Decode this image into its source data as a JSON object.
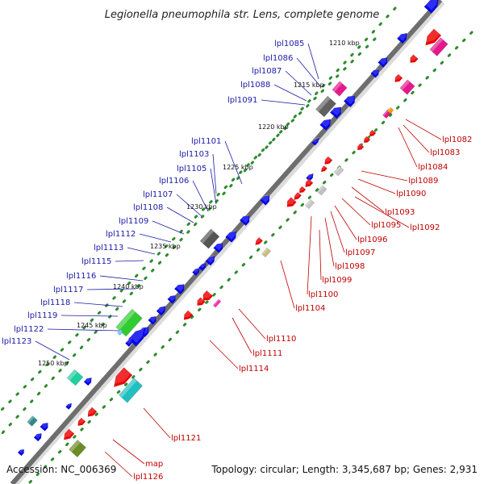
{
  "title": "Legionella pneumophila str. Lens, complete genome",
  "accession": "Accession: NC_006369",
  "topology": "Topology: circular; Length: 3,345,687 bp; Genes: 2,931",
  "kbp_labels": [
    "1210 kbp",
    "1215 kbp",
    "1220 kbp",
    "1225 kbp",
    "1230 kbp",
    "1235 kbp",
    "1240 kbp",
    "1245 kbp",
    "1250 kbp"
  ],
  "plus_labels": [
    "lpl1085",
    "lpl1086",
    "lpl1087",
    "lpl1088",
    "lpl1091",
    "lpl1101",
    "lpl1103",
    "lpl1105",
    "lpl1106",
    "lpl1107",
    "lpl1108",
    "lpl1109",
    "lpl1112",
    "lpl1113",
    "lpl1115",
    "lpl1116",
    "lpl1117",
    "lpl1118",
    "lpl1119",
    "lpl1122",
    "lpl1123"
  ],
  "minus_labels": [
    "lpl1082",
    "lpl1083",
    "lpl1084",
    "lpl1089",
    "lpl1090",
    "lpl1093",
    "lpl1092",
    "lpl1095",
    "lpl1096",
    "lpl1097",
    "lpl1098",
    "lpl1099",
    "lpl1100",
    "lpl1104",
    "lpl1110",
    "lpl1111",
    "lpl1114",
    "lpl1121",
    "map",
    "lpl1126"
  ],
  "colors": {
    "plus_strand": "#0000ee",
    "minus_strand": "#ee0000",
    "plus_label": "#1a1aa6",
    "minus_label": "#c00000",
    "backbone": "#808080",
    "gc_dots": "#2e8b2e"
  }
}
